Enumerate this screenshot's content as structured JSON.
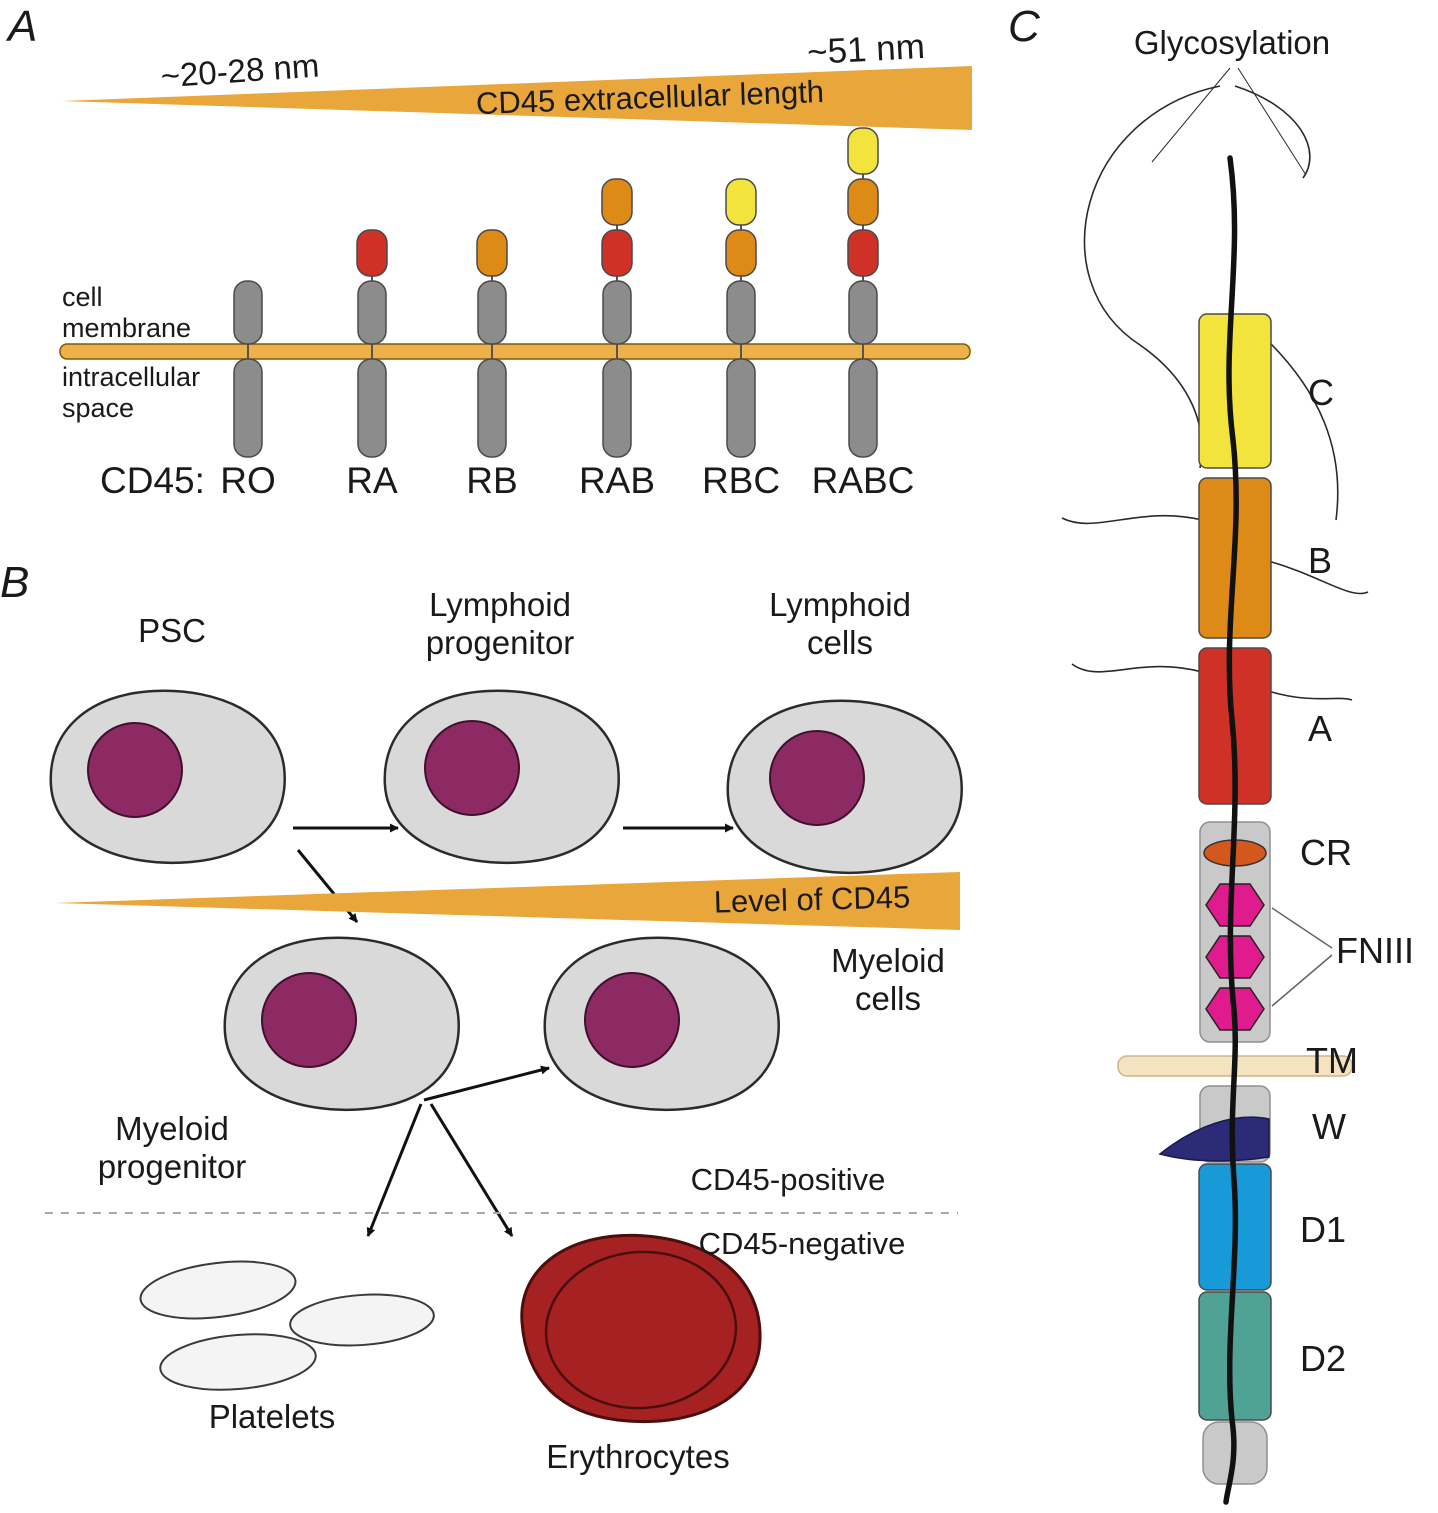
{
  "colors": {
    "wedge_orange": "#e9a63b",
    "membrane_orange": "#edb04a",
    "domain_gray": "#8c8c8c",
    "domain_red": "#cf3127",
    "domain_orange": "#de8a16",
    "domain_yellow": "#f2e43c",
    "cell_body_gray": "#d9d9d9",
    "nucleus_purple": "#8e2a63",
    "platelet_gray": "#f4f4f4",
    "erythrocyte_red": "#a62121",
    "cr_orange": "#d4571d",
    "fniii_magenta": "#df1b8d",
    "tm_beige": "#f4e3c1",
    "w_navy": "#2b2b78",
    "d1_blue": "#189ad8",
    "d2_teal": "#4fa294",
    "structure_gray": "#c9c9c9"
  },
  "panelA": {
    "label": "A",
    "length_min": "~20-28 nm",
    "length_max": "~51 nm",
    "wedge_label": "CD45 extracellular length",
    "membrane_label": "cell membrane",
    "intracellular_label": "intracellular space",
    "cd45_prefix": "CD45:",
    "isoforms": [
      {
        "name": "RO",
        "extra_domains": []
      },
      {
        "name": "RA",
        "extra_domains": [
          "red"
        ]
      },
      {
        "name": "RB",
        "extra_domains": [
          "orange"
        ]
      },
      {
        "name": "RAB",
        "extra_domains": [
          "red",
          "orange"
        ]
      },
      {
        "name": "RBC",
        "extra_domains": [
          "orange",
          "yellow"
        ]
      },
      {
        "name": "RABC",
        "extra_domains": [
          "red",
          "orange",
          "yellow"
        ]
      }
    ]
  },
  "panelB": {
    "label": "B",
    "cells": {
      "psc": "PSC",
      "lymphoid_progenitor": "Lymphoid progenitor",
      "lymphoid_cells": "Lymphoid cells",
      "myeloid_progenitor": "Myeloid progenitor",
      "myeloid_cells": "Myeloid cells",
      "platelets": "Platelets",
      "erythrocytes": "Erythrocytes"
    },
    "level_label": "Level of CD45",
    "cd45_positive": "CD45-positive",
    "cd45_negative": "CD45-negative"
  },
  "panelC": {
    "label": "C",
    "glycosylation_label": "Glycosylation",
    "domains": [
      {
        "key": "c",
        "label": "C"
      },
      {
        "key": "b",
        "label": "B"
      },
      {
        "key": "a",
        "label": "A"
      },
      {
        "key": "cr",
        "label": "CR"
      },
      {
        "key": "fniii",
        "label": "FNIII"
      },
      {
        "key": "tm",
        "label": "TM"
      },
      {
        "key": "w",
        "label": "W"
      },
      {
        "key": "d1",
        "label": "D1"
      },
      {
        "key": "d2",
        "label": "D2"
      }
    ]
  }
}
